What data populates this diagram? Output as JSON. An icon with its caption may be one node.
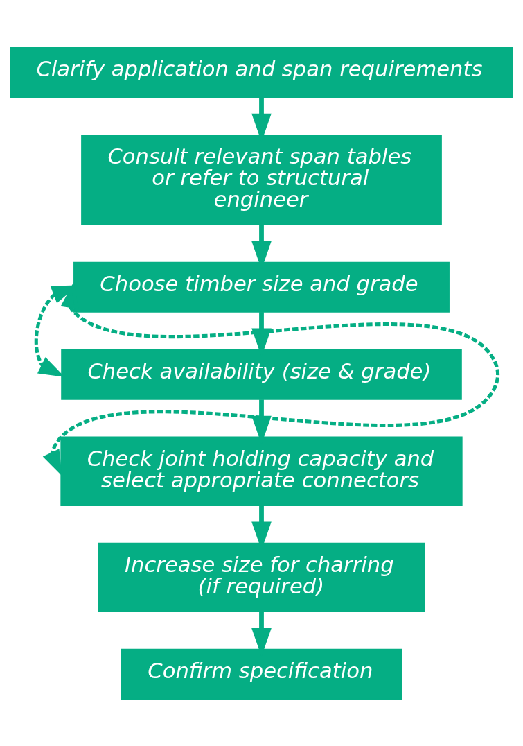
{
  "diagram": {
    "nodes": [
      {
        "text": [
          "Clarify application and span requirements"
        ]
      },
      {
        "text": [
          "Consult relevant span tables or refer to structural engineer"
        ]
      },
      {
        "text": [
          "Choose timber size and grade"
        ]
      },
      {
        "text": [
          "Check availability (size & grade)"
        ]
      },
      {
        "text": [
          "Check joint holding capacity and select appropriate connectors"
        ]
      },
      {
        "text": [
          "Increase size for charring (if required)"
        ]
      },
      {
        "text": [
          "Confirm specification"
        ]
      }
    ],
    "edges": [
      {
        "from": 0,
        "to": 1,
        "arrow": "to"
      },
      {
        "from": 1,
        "to": 2,
        "arrow": "to"
      },
      {
        "from": 2,
        "to": 3,
        "arrow": "to"
      },
      {
        "from": 3,
        "to": 4,
        "arrow": "to"
      },
      {
        "from": 4,
        "to": 5,
        "arrow": "to"
      },
      {
        "from": 5,
        "to": 6,
        "arrow": "to"
      },
      {
        "from": 2,
        "to": 3,
        "arrow": "both",
        "style": "dashed"
      },
      {
        "from": 2,
        "to": 4,
        "arrow": "both",
        "style": "dashed"
      }
    ]
  }
}
